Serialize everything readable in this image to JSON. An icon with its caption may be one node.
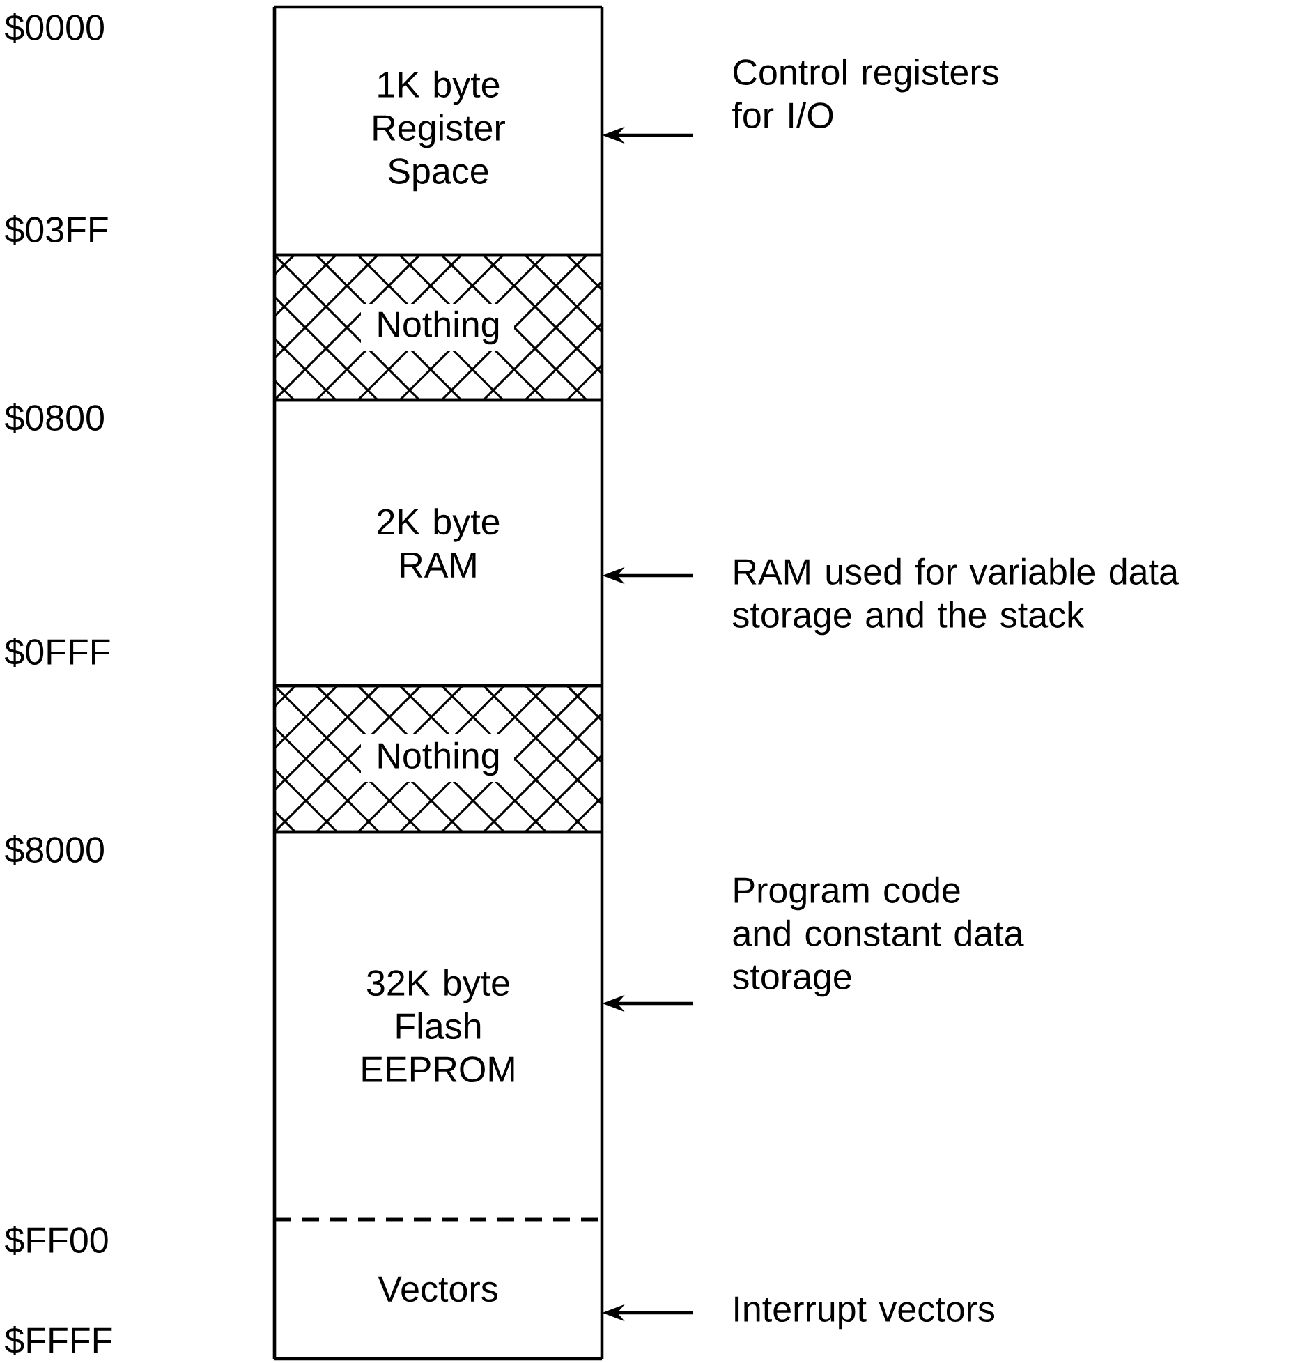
{
  "diagram": {
    "nodes": [
      {
        "text": [
          "1K byte Register Space"
        ]
      },
      {
        "text": [
          "Nothing"
        ]
      },
      {
        "text": [
          "2K byte RAM"
        ]
      },
      {
        "text": [
          "Nothing"
        ]
      },
      {
        "text": [
          "32K byte Flash EEPROM"
        ]
      },
      {
        "text": [
          "Vectors"
        ]
      },
      {
        "text": [
          "Control registers for I/O"
        ]
      },
      {
        "text": [
          "RAM used for variable data storage and the stack"
        ]
      },
      {
        "text": [
          "Program code and constant data storage"
        ]
      },
      {
        "text": [
          "Interrupt vectors"
        ]
      }
    ],
    "edges": [
      {
        "from": 6,
        "to": 0,
        "arrow": "to"
      },
      {
        "from": 7,
        "to": 2,
        "arrow": "to"
      },
      {
        "from": 8,
        "to": 4,
        "arrow": "to"
      },
      {
        "from": 9,
        "to": 5,
        "arrow": "to"
      }
    ],
    "labels": [
      "$0000",
      "$03FF",
      "$0800",
      "$0FFF",
      "$8000",
      "$FF00",
      "$FFFF"
    ]
  }
}
